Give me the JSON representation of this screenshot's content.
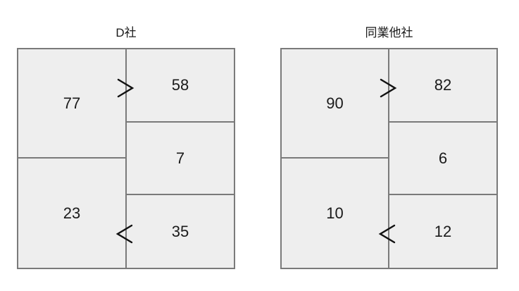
{
  "page": {
    "background_color": "#ffffff",
    "cell_fill_color": "#eeeeee",
    "border_color": "#7a7a7a",
    "text_color": "#1a1a1a"
  },
  "panels": [
    {
      "id": "panel-left",
      "title": "D社",
      "cells": [
        {
          "id": "left-top-left",
          "value": "77",
          "position": "top-left"
        },
        {
          "id": "left-top-right",
          "value": "58",
          "position": "top-right"
        },
        {
          "id": "left-middle-right",
          "value": "7",
          "position": "middle-right"
        },
        {
          "id": "left-bottom-left",
          "value": "23",
          "position": "bottom-left"
        },
        {
          "id": "left-bottom-right",
          "value": "35",
          "position": "bottom-right"
        }
      ],
      "markers": [
        {
          "id": "left-marker-top",
          "glyph": "greater-than",
          "label": ">"
        },
        {
          "id": "left-marker-bottom",
          "glyph": "less-than",
          "label": "<"
        }
      ]
    },
    {
      "id": "panel-right",
      "title": "同業他社",
      "cells": [
        {
          "id": "right-top-left",
          "value": "90",
          "position": "top-left"
        },
        {
          "id": "right-top-right",
          "value": "82",
          "position": "top-right"
        },
        {
          "id": "right-middle-right",
          "value": "6",
          "position": "middle-right"
        },
        {
          "id": "right-bottom-left",
          "value": "10",
          "position": "bottom-left"
        },
        {
          "id": "right-bottom-right",
          "value": "12",
          "position": "bottom-right"
        }
      ],
      "markers": [
        {
          "id": "right-marker-top",
          "glyph": "greater-than",
          "label": ">"
        },
        {
          "id": "right-marker-bottom",
          "glyph": "less-than",
          "label": "<"
        }
      ]
    }
  ]
}
